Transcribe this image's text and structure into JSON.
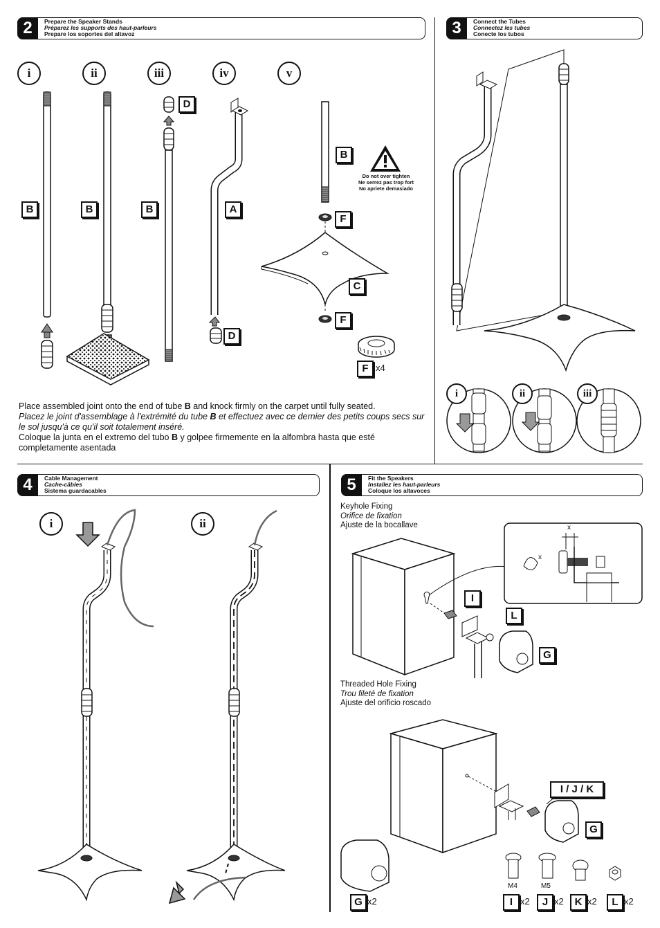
{
  "step2": {
    "number": "2",
    "title_en": "Prepare the Speaker Stands",
    "title_fr": "Préparez les supports des haut-parleurs",
    "title_es": "Prepare los soportes del altavoz",
    "substeps": [
      "i",
      "ii",
      "iii",
      "iv",
      "v"
    ],
    "parts": [
      "B",
      "B",
      "B",
      "A",
      "D",
      "D",
      "B",
      "F",
      "C",
      "F",
      "F"
    ],
    "f_qty": "x4",
    "warning_en": "Do not over tighten",
    "warning_fr": "Ne serrez pas trop fort",
    "warning_es": "No apriete demasiado",
    "instruction_en_pre": "Place assembled joint onto the end of tube ",
    "instruction_en_bold": "B",
    "instruction_en_post": " and knock firmly on the carpet until fully seated.",
    "instruction_fr_pre": "Placez le joint d'assemblage à l'extrémité du tube ",
    "instruction_fr_bold": "B",
    "instruction_fr_post": " et effectuez avec ce dernier des petits coups secs sur le sol jusqu'à ce qu'il soit totalement inséré.",
    "instruction_es_pre": "Coloque la junta en el extremo del tubo ",
    "instruction_es_bold": "B",
    "instruction_es_post": " y golpee firmemente en la alfombra hasta que esté completamente asentada"
  },
  "step3": {
    "number": "3",
    "title_en": "Connect the Tubes",
    "title_fr": "Connectez les tubes",
    "title_es": "Conecte los tubos",
    "substeps": [
      "i",
      "ii",
      "iii"
    ]
  },
  "step4": {
    "number": "4",
    "title_en": "Cable Management",
    "title_fr": "Cache-câbles",
    "title_es": "Sistema guardacables",
    "substeps": [
      "i",
      "ii"
    ]
  },
  "step5": {
    "number": "5",
    "title_en": "Fit the Speakers",
    "title_fr": "Installez les haut-parleurs",
    "title_es": "Coloque los altavoces",
    "keyhole_en": "Keyhole Fixing",
    "keyhole_fr": "Orifice de fixation",
    "keyhole_es": "Ajuste de la bocallave",
    "threaded_en": "Threaded Hole Fixing",
    "threaded_fr": "Trou fileté de fixation",
    "threaded_es": "Ajuste del orificio roscado",
    "detail_x": "x",
    "parts_keyhole": [
      "I",
      "L",
      "G"
    ],
    "part_ijk": "I / J / K",
    "part_g": "G",
    "hardware": [
      {
        "part": "G",
        "qty": "x2",
        "size": ""
      },
      {
        "part": "I",
        "qty": "x2",
        "size": "M4"
      },
      {
        "part": "J",
        "qty": "x2",
        "size": "M5"
      },
      {
        "part": "K",
        "qty": "x2",
        "size": ""
      },
      {
        "part": "L",
        "qty": "x2",
        "size": ""
      }
    ]
  }
}
